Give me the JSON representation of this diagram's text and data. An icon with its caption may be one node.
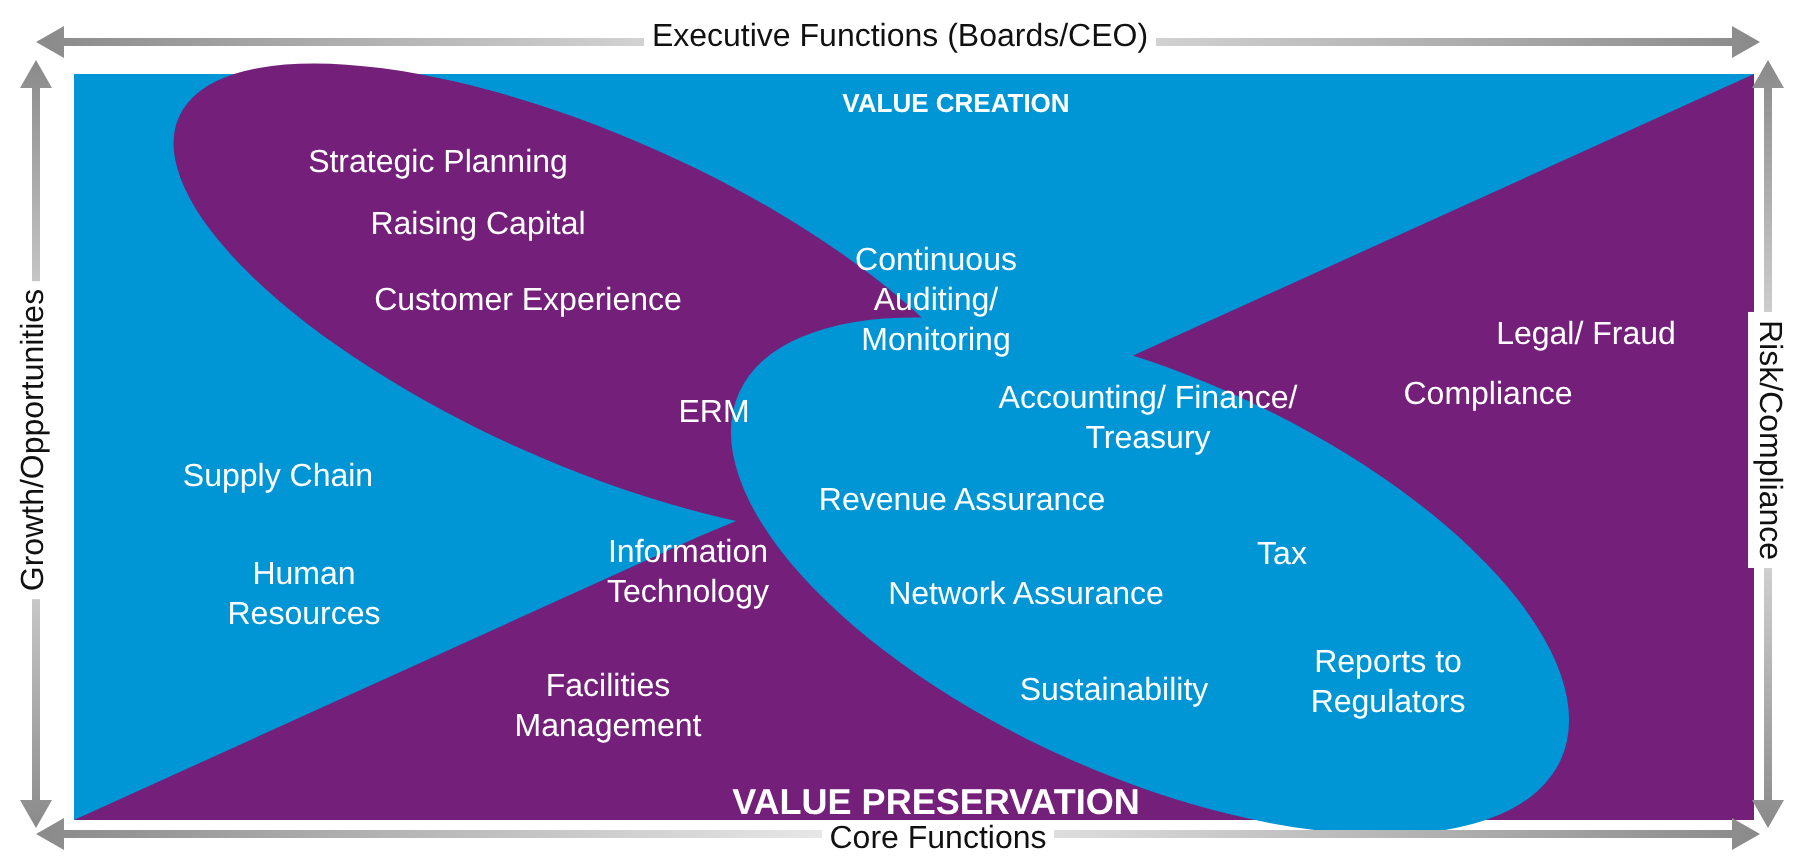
{
  "diagram": {
    "labels": [
      "Executive Functions (Boards/CEO)",
      "VALUE CREATION",
      "Strategic Planning",
      "Raising Capital",
      "Continuous Auditing/ Monitoring",
      "Customer Experience",
      "Legal/ Fraud",
      "Growth/Opportunities",
      "Risk/Compliance",
      "Compliance",
      "ERM",
      "Accounting/ Finance/ Treasury",
      "Supply Chain",
      "Revenue Assurance",
      "Human Resources",
      "Information Technology",
      "Tax",
      "Network Assurance",
      "Reports to Regulators",
      "Facilities Management",
      "Sustainability",
      "VALUE PRESERVATION",
      "Core Functions"
    ]
  }
}
